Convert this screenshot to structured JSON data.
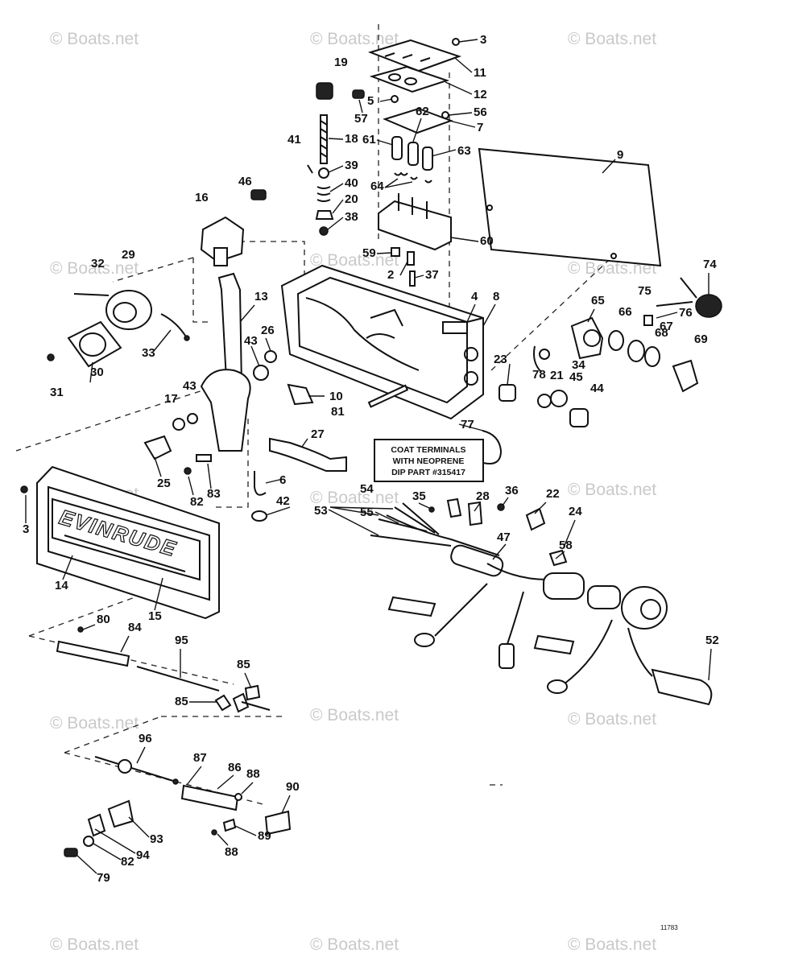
{
  "watermark": "© Boats.net",
  "brand_label": "EVINRUDE",
  "note": {
    "lines": [
      "COAT TERMINALS",
      "WITH NEOPRENE",
      "DIP PART #315417"
    ]
  },
  "figure_id": "11783",
  "callouts": [
    "3",
    "11",
    "19",
    "12",
    "5",
    "57",
    "56",
    "62",
    "7",
    "61",
    "63",
    "41",
    "18",
    "9",
    "39",
    "46",
    "40",
    "64",
    "16",
    "20",
    "38",
    "60",
    "59",
    "2",
    "37",
    "32",
    "29",
    "13",
    "74",
    "75",
    "4",
    "8",
    "65",
    "76",
    "66",
    "67",
    "68",
    "33",
    "43",
    "26",
    "23",
    "34",
    "69",
    "30",
    "31",
    "17",
    "43",
    "78",
    "21",
    "45",
    "44",
    "10",
    "81",
    "77",
    "25",
    "27",
    "6",
    "83",
    "82",
    "3",
    "54",
    "35",
    "28",
    "36",
    "22",
    "53",
    "55",
    "24",
    "42",
    "47",
    "58",
    "14",
    "15",
    "80",
    "84",
    "52",
    "95",
    "85",
    "85",
    "96",
    "87",
    "86",
    "88",
    "90",
    "89",
    "88",
    "93",
    "94",
    "82",
    "79"
  ],
  "colors": {
    "ink": "#111111",
    "watermark": "#c9c9c9",
    "background": "#ffffff"
  }
}
